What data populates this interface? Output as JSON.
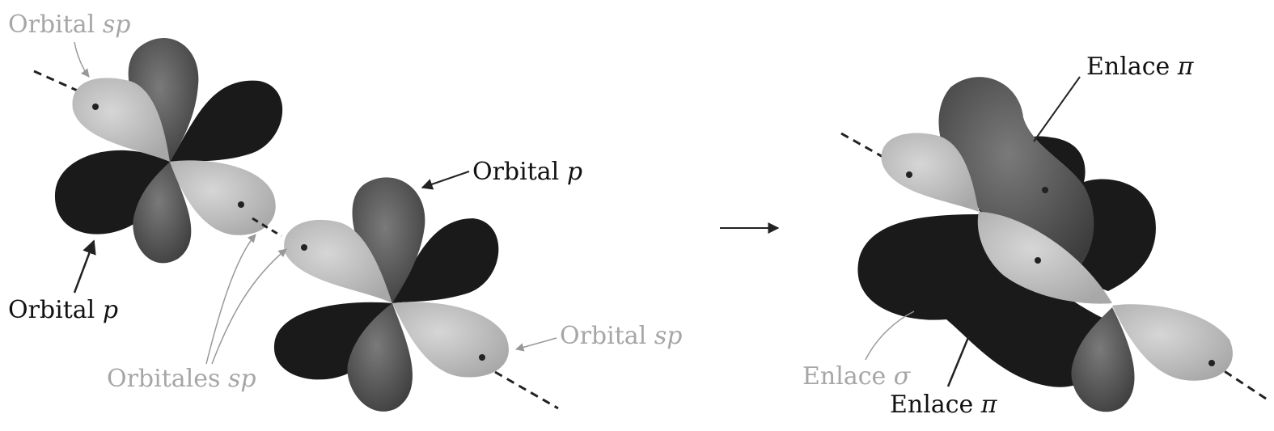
{
  "diagram": {
    "labels": {
      "orbital_sp_top": {
        "text": "Orbital ",
        "symbol": "sp"
      },
      "orbital_p_right": {
        "text": "Orbital ",
        "symbol": "p"
      },
      "orbital_p_left": {
        "text": "Orbital ",
        "symbol": "p"
      },
      "orbitales_sp": {
        "text": "Orbitales ",
        "symbol": "sp"
      },
      "orbital_sp_bottom": {
        "text": "Orbital ",
        "symbol": "sp"
      },
      "enlace_pi_top": {
        "text": "Enlace ",
        "symbol": "π"
      },
      "enlace_sigma": {
        "text": "Enlace ",
        "symbol": "σ"
      },
      "enlace_pi_bottom": {
        "text": "Enlace ",
        "symbol": "π"
      }
    },
    "colors": {
      "sp_lobe": "#bdbdbd",
      "p_dark_lobe": "#1a1a1a",
      "p_mid_lobe": "#5a5a5a",
      "axis_line": "#222222",
      "light_label": "#a6a6a6",
      "dark_label": "#111111"
    },
    "reaction_arrow": "→"
  }
}
